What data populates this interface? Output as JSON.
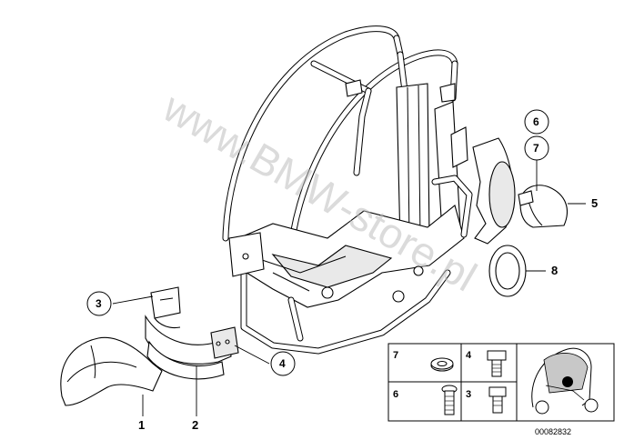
{
  "diagram": {
    "callouts": {
      "p1": "1",
      "p2": "2",
      "p3": "3",
      "p4": "4",
      "p5": "5",
      "p6": "6",
      "p7": "7",
      "p8": "8"
    },
    "hardware_table": {
      "cells": [
        "7",
        "4",
        "6",
        "3"
      ]
    },
    "watermark": "www.BMW-store.pl",
    "catalog_code": "00082832"
  }
}
